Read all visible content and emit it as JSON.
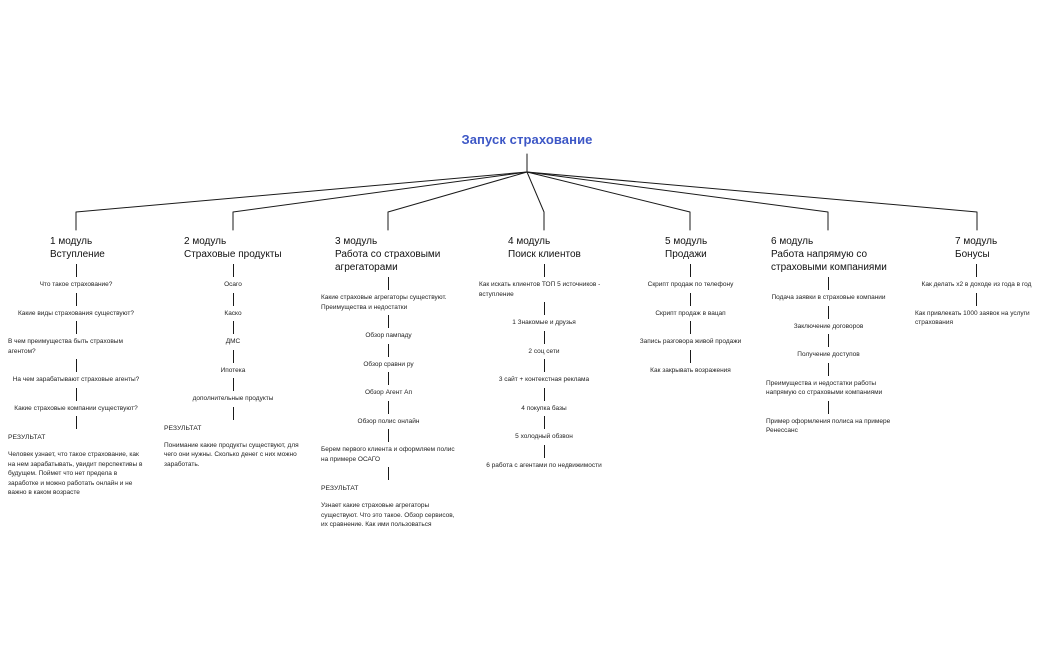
{
  "title": "Запуск страхование",
  "colors": {
    "title": "#3d57c6",
    "text": "#1f1f1f",
    "line": "#1a1a1a"
  },
  "modules": [
    {
      "number": "1 модуль",
      "name": "Вступление",
      "items": [
        "Что такое страхование?",
        "Какие виды страхования существуют?",
        "В чем преимущества быть страховым агентом?",
        "На чем зарабатывают страховые агенты?",
        "Какие страховые компании существуют?"
      ],
      "result_label": "РЕЗУЛЬТАТ",
      "result": "Человек узнает, что такое страхование, как на нем зарабатывать, увидит перспективы в будущем. Поймет что нет предела в заработке и можно работать онлайн и не важно в каком возрасте"
    },
    {
      "number": "2 модуль",
      "name": "Страховые продукты",
      "items": [
        "Осаго",
        "Каско",
        "ДМС",
        "Ипотека",
        "дополнительные продукты"
      ],
      "result_label": "РЕЗУЛЬТАТ",
      "result": "Понимание какие продукты существуют, для чего они нужны. Сколько денег с них можно заработать."
    },
    {
      "number": "3 модуль",
      "name": "Работа со страховыми агрегаторами",
      "items": [
        "Какие страховые агрегаторы существуют. Преимущества и недостатки",
        "Обзор пампаду",
        "Обзор сравни ру",
        "Обзор Агент Ап",
        "Обзор полис онлайн",
        "Берем первого клиента и оформляем полис на примере ОСАГО"
      ],
      "result_label": "РЕЗУЛЬТАТ",
      "result": "Узнает какие страховые агрегаторы существуют. Что это такое. Обзор сервисов, их сравнение. Как ими пользоваться"
    },
    {
      "number": "4 модуль",
      "name": "Поиск клиентов",
      "items": [
        "Как искать клиентов ТОП 5 источников - вступление",
        "1 Знакомые и друзья",
        "2 соц сети",
        "3 сайт + контекстная реклама",
        "4 покупка базы",
        "5 холодный обзвон",
        "6 работа с агентами по недвижимости"
      ]
    },
    {
      "number": "5 модуль",
      "name": "Продажи",
      "items": [
        "Скрипт продаж по телефону",
        "Скрипт продаж в вацап",
        "Запись разговора живой продажи",
        "Как закрывать возражения"
      ]
    },
    {
      "number": "6 модуль",
      "name": "Работа напрямую со страховыми компаниями",
      "items": [
        "Подача заявки в страховые компании",
        "Заключение договоров",
        "Получение доступов",
        "Преимущества и недостатки работы напрямую со страховыми компаниями",
        "Пример оформления полиса на примере Ренессанс"
      ]
    },
    {
      "number": "7 модуль",
      "name": "Бонусы",
      "items": [
        "Как делать х2 в доходе из года в год",
        "Как привлекать 1000 заявок на услуги страхования"
      ]
    }
  ]
}
